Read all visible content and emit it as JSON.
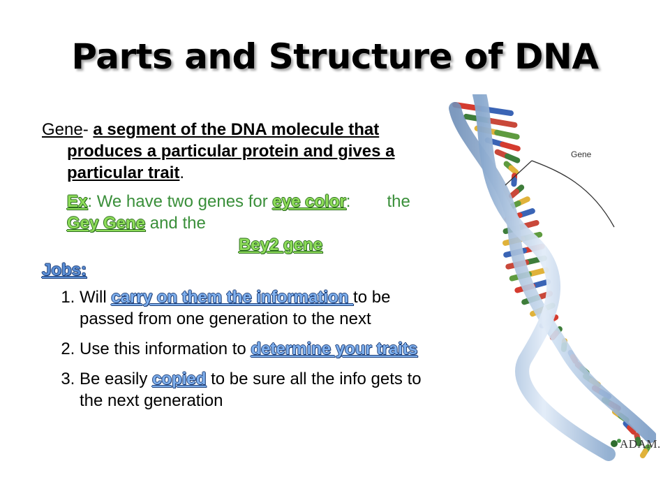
{
  "slide": {
    "title": "Parts and Structure of DNA",
    "gene_term": "Gene",
    "gene_dash": "- ",
    "gene_definition": "a segment of the DNA molecule that produces a particular protein and gives a particular trait",
    "gene_period": ".",
    "example": {
      "ex_label": "Ex",
      "ex_text": ": We have two genes for ",
      "eye_color": "eye color",
      "colon": ":",
      "the": "the ",
      "gey_gene": "Gey Gene",
      "and_the": " and the",
      "bey2_gene": "Bey2 gene"
    },
    "jobs_heading": "Jobs:",
    "jobs": [
      {
        "pre": "Will ",
        "highlight": "carry  on them the information ",
        "post": "to be passed from one generation to the next"
      },
      {
        "pre": "Use this information to ",
        "highlight": "determine your traits",
        "post": ""
      },
      {
        "pre": "Be easily ",
        "highlight": "copied",
        "post": " to be sure all the info gets to the next generation"
      }
    ],
    "figure": {
      "gene_label": "Gene",
      "credit": "ADAM."
    }
  }
}
